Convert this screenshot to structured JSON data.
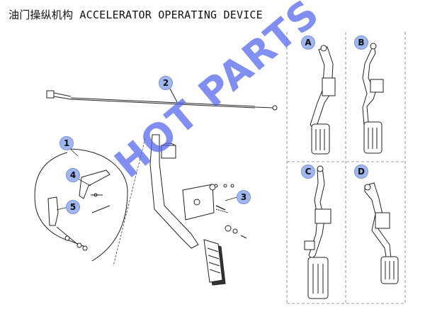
{
  "title": "油门操纵机构 ACCELERATOR OPERATING DEVICE",
  "callouts": [
    "1",
    "2",
    "3",
    "4",
    "5"
  ],
  "variants": [
    "A",
    "B",
    "C",
    "D"
  ],
  "watermark": "HOT PARTS",
  "colors": {
    "callout_fill": "#9fb6ef",
    "watermark": "#5064eb",
    "line": "#222222",
    "panel_border": "#777777"
  }
}
